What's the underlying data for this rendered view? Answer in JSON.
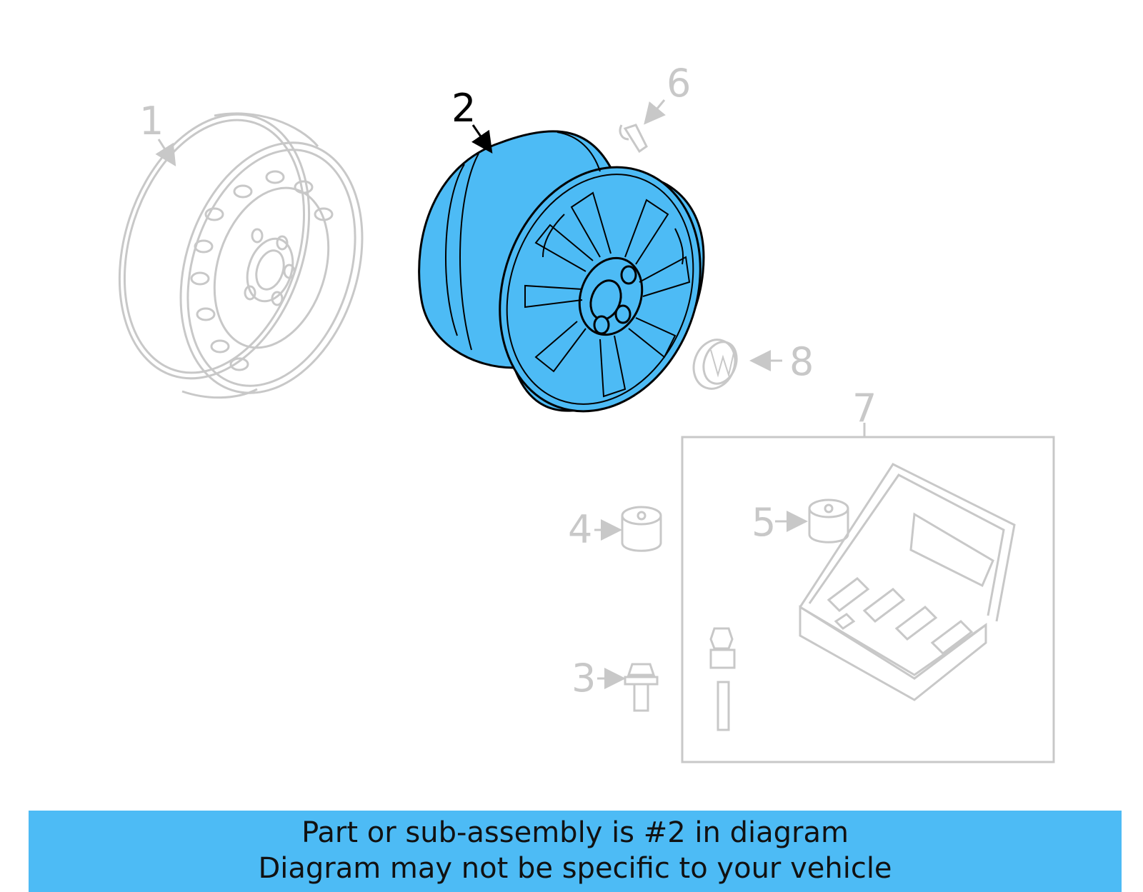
{
  "diagram": {
    "highlight_color": "#4dbbf5",
    "dim_color": "#c8c8c8",
    "callouts": [
      {
        "id": "1",
        "label": "1"
      },
      {
        "id": "2",
        "label": "2",
        "highlighted": true
      },
      {
        "id": "3",
        "label": "3"
      },
      {
        "id": "4",
        "label": "4"
      },
      {
        "id": "5",
        "label": "5"
      },
      {
        "id": "6",
        "label": "6"
      },
      {
        "id": "7",
        "label": "7"
      },
      {
        "id": "8",
        "label": "8"
      }
    ]
  },
  "banner": {
    "line1": "Part or sub-assembly is #2 in diagram",
    "line2": "Diagram may not be specific to your vehicle",
    "background": "#4dbbf5"
  }
}
